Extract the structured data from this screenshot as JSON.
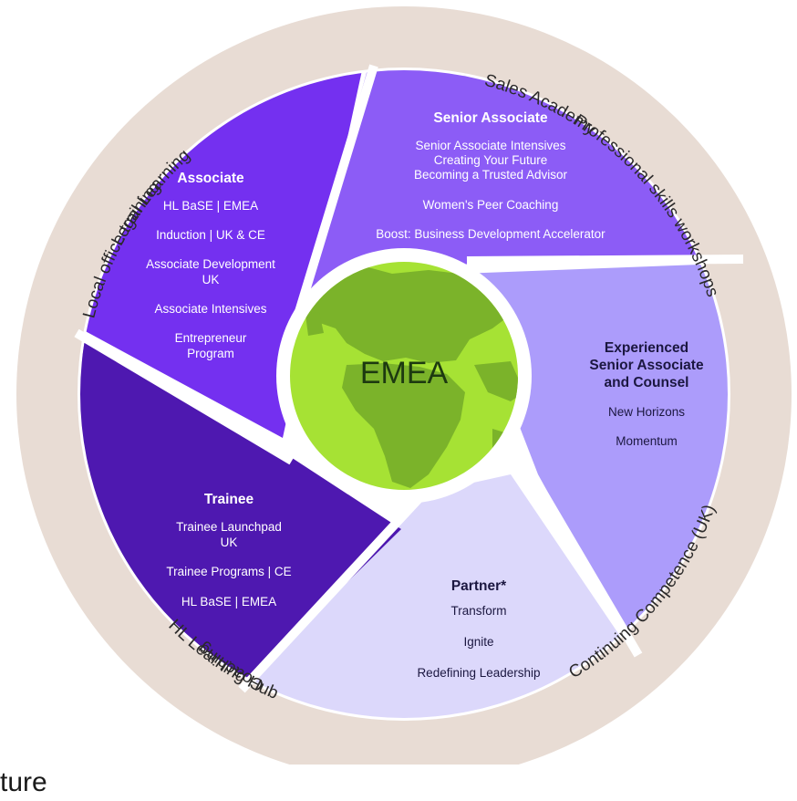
{
  "center": {
    "label": "EMEA"
  },
  "ring_labels": [
    {
      "key": "legal",
      "text": "Legal Learning"
    },
    {
      "key": "sales",
      "text": "Sales Academy"
    },
    {
      "key": "professional",
      "text": "Professional skills workshops"
    },
    {
      "key": "continuing",
      "text": "Continuing Competence (UK)"
    },
    {
      "key": "hub",
      "text": "HL Learning Hub"
    },
    {
      "key": "coaching",
      "text": "Coaching"
    },
    {
      "key": "local",
      "text": "Local office training"
    }
  ],
  "segments": {
    "associate": {
      "title": "Associate",
      "items": [
        "HL BaSE | EMEA",
        "Induction | UK & CE",
        "Associate Development",
        "UK",
        "Associate Intensives",
        "Entrepreneur",
        "Program"
      ]
    },
    "senior_associate": {
      "title": "Senior Associate",
      "items": [
        "Senior Associate Intensives",
        "Creating Your Future",
        "Becoming a Trusted Advisor",
        "Women's Peer Coaching",
        "Boost: Business Development Accelerator"
      ]
    },
    "experienced": {
      "title_lines": [
        "Experienced",
        "Senior Associate",
        "and Counsel"
      ],
      "items": [
        "New Horizons",
        "Momentum"
      ]
    },
    "partner": {
      "title": "Partner*",
      "items": [
        "Transform",
        "Ignite",
        "Redefining  Leadership"
      ]
    },
    "trainee": {
      "title": "Trainee",
      "items": [
        "Trainee Launchpad",
        "UK",
        "Trainee Programs | CE",
        "HL BaSE | EMEA"
      ]
    }
  },
  "footer": {
    "text": "ture"
  },
  "colors": {
    "ring": "#e8dcd4",
    "associate": "#7430f0",
    "senior_associate": "#8c5cf6",
    "experienced": "#ac9cfb",
    "partner": "#dcd8fb",
    "trainee": "#4e18b0",
    "globe": "#a6e234",
    "land": "#7bb32a"
  }
}
